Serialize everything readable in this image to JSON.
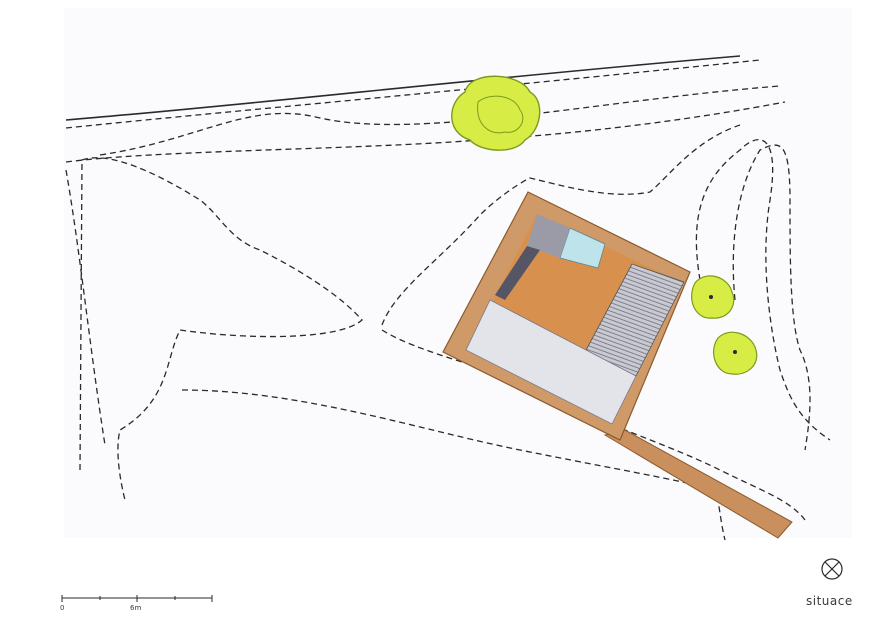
{
  "drawing": {
    "title": "situace",
    "scale_bar": {
      "start_label": "0",
      "mid_label": "6m"
    },
    "north_arrow": {
      "icon": "north-arrow-icon"
    }
  },
  "colors": {
    "paper": "#fbfbfd",
    "line": "#2a2a2a",
    "tree_fill": "#d7ec45",
    "tree_stroke": "#7d9a1c",
    "house_frame": "#cf9a68",
    "house_interior": "#d8904f",
    "pool": "#bfe3ea",
    "gravel": "#9b9ba8",
    "terrace": "#e3e3ea",
    "striped_roof": "#8f8f9b",
    "path": "#c98f5c"
  }
}
